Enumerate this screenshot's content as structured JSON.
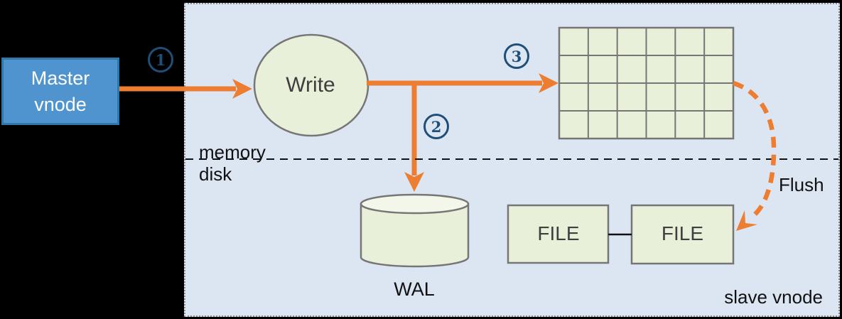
{
  "diagram": {
    "title_context": "vnode write flow",
    "master_node": {
      "label_line1": "Master",
      "label_line2": "vnode"
    },
    "write_node": {
      "label": "Write"
    },
    "steps": [
      {
        "number": "1"
      },
      {
        "number": "2"
      },
      {
        "number": "3"
      }
    ],
    "mem_buffer_grid": {
      "rows": 4,
      "cols": 6
    },
    "wal": {
      "label": "WAL"
    },
    "file_boxes": [
      {
        "label": "FILE"
      },
      {
        "label": "FILE"
      }
    ],
    "labels": {
      "memory": "memory",
      "disk": "disk",
      "flush": "Flush",
      "slave_vnode": "slave vnode"
    },
    "colors": {
      "background": "#000000",
      "panel_fill": "#dce6f2",
      "panel_border": "#8c8c8c",
      "master_fill": "#4f94ce",
      "master_border": "#2f78aa",
      "arrow_orange": "#ed7d31",
      "shape_green": "#e8f0da",
      "cylinder_top_green": "#f3f7ea",
      "shape_border_gray": "#767676",
      "step_circle_blue": "#1f4e79",
      "shape_text_gray": "#3f3f3f"
    }
  }
}
